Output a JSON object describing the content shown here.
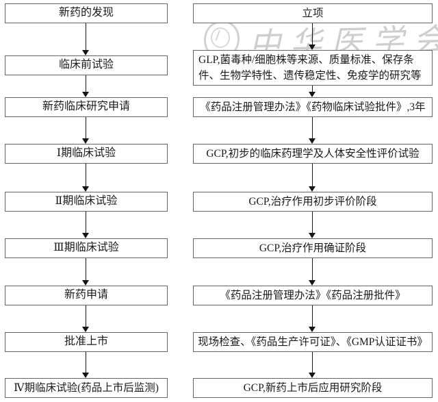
{
  "flow": {
    "left": [
      "新药的发现",
      "临床前试验",
      "新药临床研究申请",
      "Ⅰ期临床试验",
      "Ⅱ期临床试验",
      "Ⅲ期临床试验",
      "新药申请",
      "批准上市",
      "Ⅳ期临床试验(药品上市后监测)"
    ],
    "right": [
      "立项",
      "GLP,菌毒种/细胞株等来源、质量标准、保存条件、生物学特性、遗传稳定性、免疫学的研究等",
      "《药品注册管理办法》《药物临床试验批件》,3年",
      "GCP,初步的临床药理学及人体安全性评价试验",
      "GCP,治疗作用初步评价阶段",
      "GCP,治疗作用确证阶段",
      "《药品注册管理办法》《药品注册批件》",
      "现场检查、《药品生产许可证》、《GMP认证证书》",
      "GCP,新药上市后应用研究阶段"
    ]
  },
  "watermark": {
    "text": "中华医学会"
  },
  "colors": {
    "box_border": "#646464",
    "arrow": "#151515",
    "watermark": "#c2c2c2",
    "background": "#ffffff",
    "text": "#1a1a1a"
  }
}
